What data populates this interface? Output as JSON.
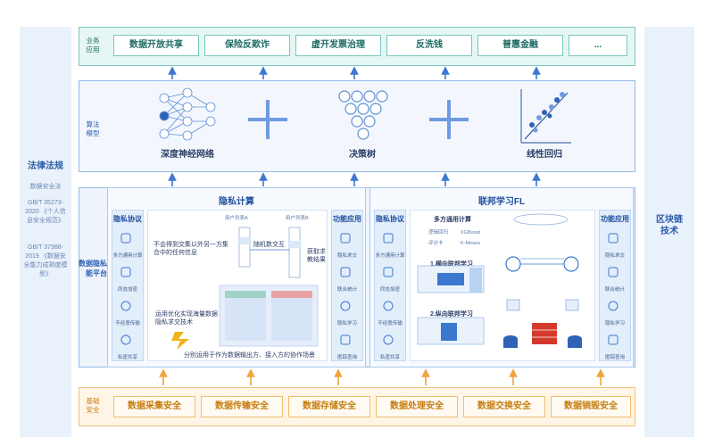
{
  "left_panel": {
    "title": "法律法规",
    "notes": [
      "数据安全法",
      "GB/T 35273-2020 《个人信息安全规范》",
      "GB/T 37988-2019 《数据安全能力成熟度模型》"
    ]
  },
  "right_panel": {
    "title": "区块链技术"
  },
  "business": {
    "label": "业务应用",
    "items": [
      "数据开放共享",
      "保险反欺诈",
      "虚开发票治理",
      "反洗钱",
      "普惠金融",
      "..."
    ]
  },
  "algorithm": {
    "label": "算法模型",
    "items": [
      "深度神经网络",
      "决策树",
      "线性回归"
    ]
  },
  "platform": {
    "label": "数据隐私智能平台",
    "privacy_compute": {
      "title": "隐私计算",
      "protocols_head": "隐私协议",
      "protocols": [
        "多方通用计算",
        "同态加密",
        "不经意传输",
        "私密共享"
      ],
      "apps_head": "功能应用",
      "apps": [
        "隐私求交",
        "联合统计",
        "隐私学习",
        "匿踪查询"
      ],
      "center": {
        "col_a": "用户列表A",
        "col_b": "用户列表B",
        "note_left": "不会得到交集以外另一方集合中的任何信息",
        "note_mid": "随机数交互",
        "note_right": "获取求教结果",
        "note_bottom_left": "运用优化实现海量数据隐私求交技术",
        "note_bottom": "分别运用于作为数据输出方、接入方的协作场景"
      }
    },
    "federated": {
      "title": "联邦学习FL",
      "protocols_head": "隐私协议",
      "protocols": [
        "多方通用计算",
        "同态加密",
        "不经意传输",
        "私密共享"
      ],
      "apps_head": "功能应用",
      "apps": [
        "隐私求交",
        "联合统计",
        "隐私学习",
        "匿踪查询"
      ],
      "center": {
        "mpc_head": "多方通用计算",
        "mpc_items": [
          "逻辑回归",
          "XGBoost",
          "评分卡",
          "K-Means"
        ],
        "horizontal": "1.横向联邦学习",
        "vertical": "2.纵向联邦学习"
      }
    }
  },
  "base": {
    "label": "基础安全",
    "items": [
      "数据采集安全",
      "数据传输安全",
      "数据存储安全",
      "数据处理安全",
      "数据交换安全",
      "数据销毁安全"
    ]
  },
  "colors": {
    "blue": "#2d62b4",
    "teal": "#1b6a62",
    "orange": "#c67d10",
    "arrow_orange": "#f0a43a"
  }
}
